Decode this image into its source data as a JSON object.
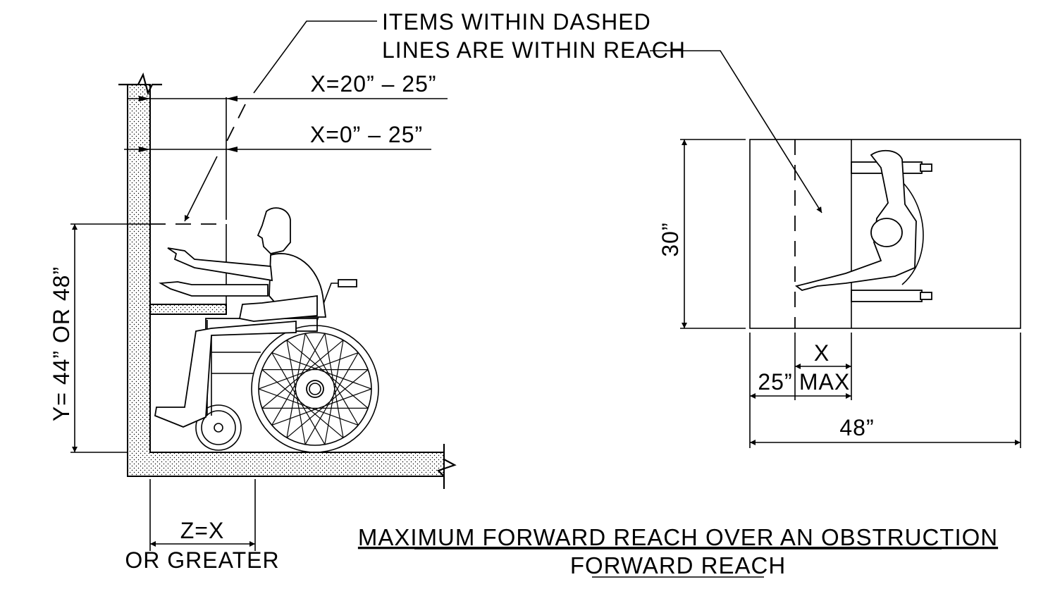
{
  "callout": {
    "line1": "ITEMS WITHIN DASHED",
    "line2": "LINES ARE WITHIN REACH"
  },
  "side_view": {
    "x_upper": "X=20” – 25”",
    "x_lower": "X=0” – 25”",
    "y_dim": "Y= 44” OR 48”",
    "z_line1": "Z=X",
    "z_line2": "OR GREATER"
  },
  "plan_view": {
    "depth": "30”",
    "x": "X",
    "max_line1": "25”",
    "max_line2": "MAX",
    "width": "48”"
  },
  "title": {
    "line1": "MAXIMUM FORWARD REACH OVER AN OBSTRUCTION",
    "line2": "FORWARD REACH"
  }
}
